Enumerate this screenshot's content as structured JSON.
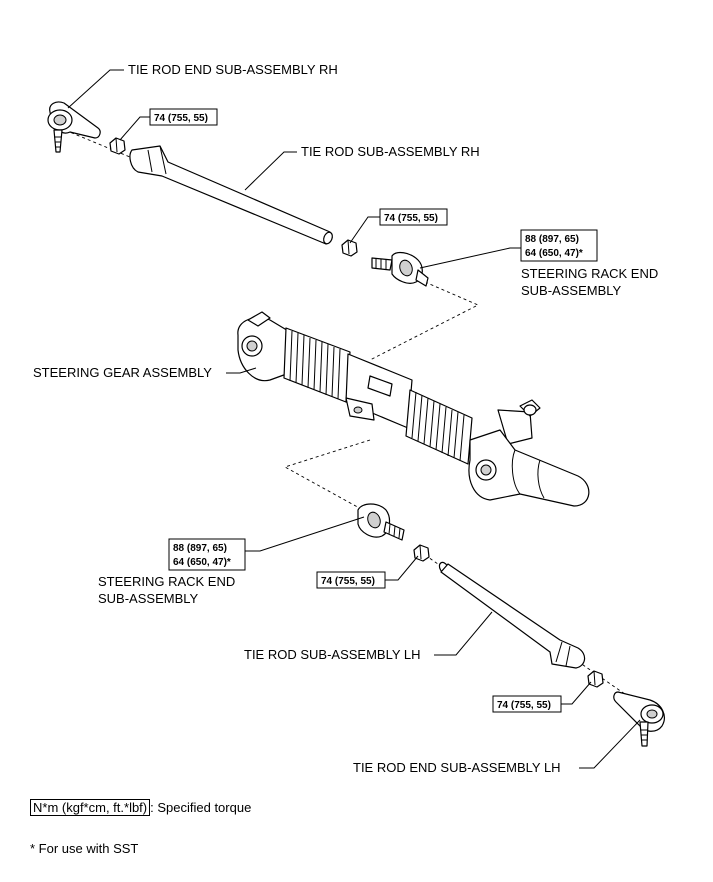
{
  "labels": {
    "tie_rod_end_rh": "TIE ROD END SUB-ASSEMBLY RH",
    "tie_rod_rh": "TIE ROD SUB-ASSEMBLY RH",
    "rack_end_upper_1": "STEERING RACK END",
    "rack_end_upper_2": "SUB-ASSEMBLY",
    "gear_assembly": "STEERING GEAR ASSEMBLY",
    "rack_end_lower_1": "STEERING RACK END",
    "rack_end_lower_2": "SUB-ASSEMBLY",
    "tie_rod_lh": "TIE ROD SUB-ASSEMBLY LH",
    "tie_rod_end_lh": "TIE ROD END SUB-ASSEMBLY LH"
  },
  "torques": {
    "nut_rh_end": "74 (755, 55)",
    "nut_rh_rod": "74 (755, 55)",
    "rack_end_upper_a": "88 (897, 65)",
    "rack_end_upper_b": "64 (650, 47)*",
    "rack_end_lower_a": "88 (897, 65)",
    "rack_end_lower_b": "64 (650, 47)*",
    "nut_lh_rod": "74 (755, 55)",
    "nut_lh_end": "74 (755, 55)"
  },
  "legend": {
    "torque_key": "N*m (kgf*cm, ft.*lbf)",
    "torque_text": ": Specified torque",
    "sst_note": "* For use with SST"
  }
}
